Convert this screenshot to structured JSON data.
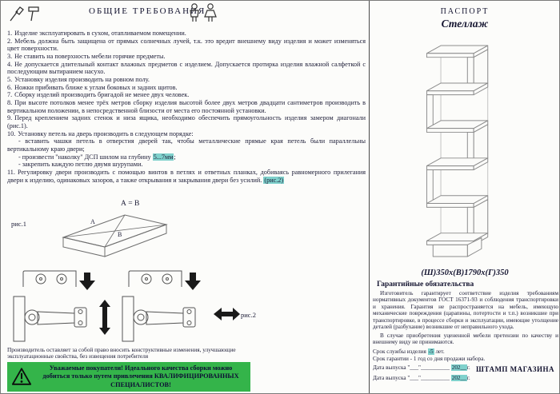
{
  "colors": {
    "notice_green": "#34b44a",
    "highlight_teal": "#7fd1cc"
  },
  "left": {
    "title": "ОБЩИЕ  ТРЕБОВАНИЯ",
    "items": [
      {
        "num": "1.",
        "text": "Изделие эксплуатировать в сухом, отапливаемом помещении."
      },
      {
        "num": "2.",
        "text": "Мебель должна быть защищена от прямых солнечных лучей, т.к. это вредит внешнему виду изделия и может изменяться цвет поверхности."
      },
      {
        "num": "3.",
        "text": "Не ставить на поверхность мебели горячие предметы."
      },
      {
        "num": "4.",
        "text": "Не допускается длительный контакт влажных предметов с изделием. Допускается протирка изделия влажной салфеткой с последующим вытиранием насухо."
      },
      {
        "num": "5.",
        "text": "Установку изделия производить на ровном полу."
      },
      {
        "num": "6.",
        "text": "Ножки прибивать ближе к углам боковых и задних щитов."
      },
      {
        "num": "7.",
        "text": "Сборку изделий производить бригадой не менее двух человек."
      },
      {
        "num": "8.",
        "text": "При высоте потолков менее трёх метров сборку изделия высотой более двух метров двадцати сантиметров производить в вертикальном положении, в непосредственной близости от места его постоянной установки."
      },
      {
        "num": "9.",
        "text": "Перед креплением задних стенок и низа ящика, необходимо обеспечить прямоугольность изделия замером диагонали (рис.1)."
      },
      {
        "num": "10.",
        "text": "Установку петель на дверь производить в следующем порядке:"
      },
      {
        "num": "",
        "text": "- вставить чашки петель в отверстия дверей так, чтобы металлические прямые края петель были параллельны вертикальному краю двери;"
      },
      {
        "num": "",
        "text": "- произвести \"наколку\" ДСП шилом на глубину 5...7мм;"
      },
      {
        "num": "",
        "text": "- закрепить каждую петлю двумя шурупами."
      },
      {
        "num": "11.",
        "text": "Регулировку двери производить с помощью винтов в петлях и ответных планках, добиваясь равномерного прилегания двери к изделию, одинаковых зазоров, а также открывания и закрывания двери без усилий. (рис.2)"
      }
    ],
    "ab_equation": "А = В",
    "fig1_label": "рис.1",
    "fig2_label": "рис.2",
    "diag_label_a": "А",
    "diag_label_b": "В",
    "manufacturer_note": "Производитель оставляет за собой право вносить конструктивные изменения, улучшающие эксплуатационные свойства, без извещения потребителя",
    "notice": "Уважаемые покупатели! Идеального качества сборки можно добиться только путем привлечения КВАЛИФИЦИРОВАННЫХ СПЕЦИАЛИСТОВ!"
  },
  "right": {
    "passport": "ПАСПОРТ",
    "product_name": "Стеллаж",
    "dimensions": "(Ш)350х(В)1790х(Г)350",
    "warranty_title": "Гарантийные обязательства",
    "warranty_p1": "Изготовитель гарантирует соответствие изделия требованиям нормативных документов ГОСТ 16371-93 и соблюдения транспортировки и хранения. Гарантия не распространяется на мебель, имеющую механические повреждения (царапины, потертости и т.п.) возникшие при транспортировке, в процессе сборки и эксплуатации, имеющие утолщение деталей (разбухание) возникшие от неправильного ухода.",
    "warranty_p2": "В случае приобретения уцененной мебели претензии по качеству и внешнему виду не принимаются.",
    "service_life": "Срок службы изделия -5 лет.",
    "warranty_term": "Срок гарантии - 1 год со дня продажи набора.",
    "date_line1": "Дата выпуска \"___\"__________ 202__г.",
    "date_line2": "Дата выпуска \"___\"__________ 202__г.",
    "stamp": "ШТАМП МАГАЗИНА"
  },
  "marks": {
    "depth": "5...7мм",
    "fig2ref": "(рис.2)",
    "life": "-5",
    "year1": "202__",
    "year2": "202__"
  }
}
